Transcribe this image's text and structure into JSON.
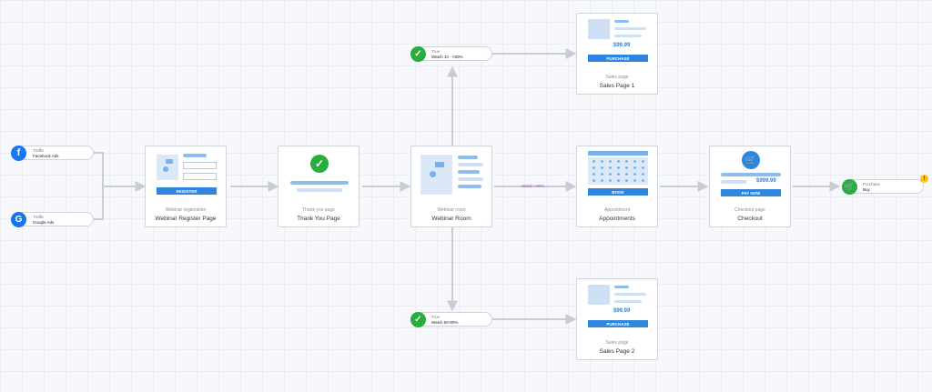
{
  "sources": [
    {
      "type": "Traffic",
      "name": "Facebook Ads",
      "icon": "facebook-icon"
    },
    {
      "type": "Traffic",
      "name": "Google Ads",
      "icon": "google-icon"
    }
  ],
  "nodes": {
    "register": {
      "type": "Webinar registration",
      "name": "Webinar Register Page",
      "button": "REGISTER"
    },
    "thankyou": {
      "type": "Thank you page",
      "name": "Thank You Page"
    },
    "room": {
      "type": "Webinar room",
      "name": "Webinar Room"
    },
    "appointments": {
      "type": "Appointment",
      "name": "Appointments",
      "button": "BOOK"
    },
    "checkout": {
      "type": "Checkout page",
      "name": "Checkout",
      "button": "PAY NOW",
      "price": "$999.99"
    },
    "sales1": {
      "type": "Sales page",
      "name": "Sales Page 1",
      "button": "PURCHASE",
      "price": "$99.99"
    },
    "sales2": {
      "type": "Sales page",
      "name": "Sales Page 2",
      "button": "PURCHASE",
      "price": "$99.99"
    }
  },
  "conditions": {
    "top": {
      "t1": "True",
      "t2": "Watch 10 - <50%"
    },
    "bottom": {
      "t1": "True",
      "t2": "Watch 50-80%"
    },
    "middle": {
      "label": "Watch >80%"
    }
  },
  "goal": {
    "t1": "Purchase",
    "t2": "Buy",
    "warning": "!"
  },
  "colors": {
    "accent": "#2e86de",
    "success": "#27ae3c",
    "warning": "#f5c518",
    "facebook": "#1877f2",
    "link": "#c9ccd2"
  }
}
